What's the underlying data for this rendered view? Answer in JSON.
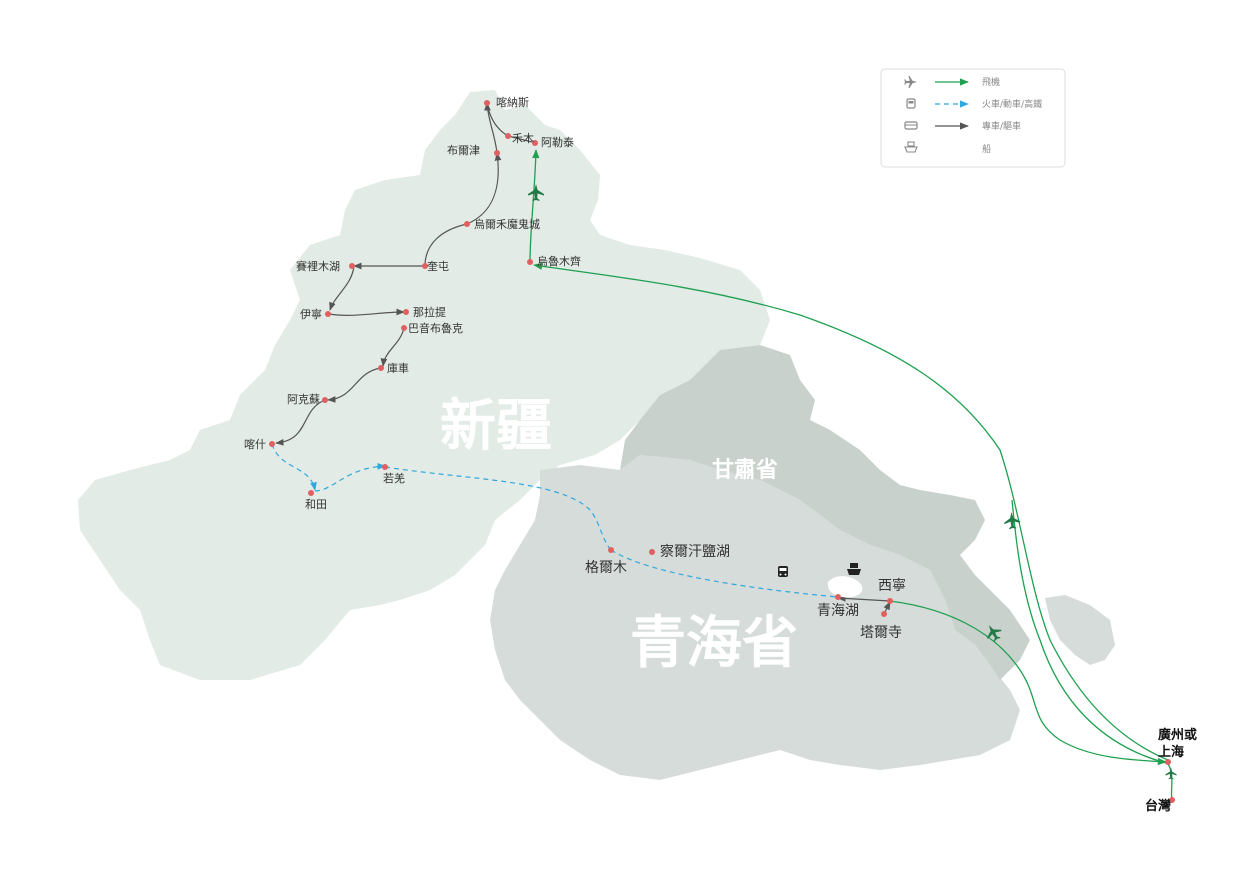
{
  "colors": {
    "xinjiang": "#e2ebe6",
    "gansu": "#c9d1cd",
    "qinghai": "#d6dcd9",
    "flight": "#1fa050",
    "train": "#2fa8e0",
    "bus": "#555555",
    "dot": "#e06060"
  },
  "regions": {
    "xinjiang": "新疆",
    "gansu": "甘肅省",
    "qinghai": "青海省"
  },
  "legend": {
    "flight": "飛機",
    "train": "火車/動車/高鐵",
    "bus": "專車/驅車",
    "ship": "船"
  },
  "cities": {
    "kanas": "喀納斯",
    "hemu": "禾木",
    "altay": "阿勒泰",
    "burqin": "布爾津",
    "urho": "烏爾禾魔鬼城",
    "kuitun": "奎屯",
    "urumqi": "烏魯木齊",
    "sayram": "賽裡木湖",
    "yining": "伊寧",
    "nalati": "那拉提",
    "bayanbulak": "巴音布魯克",
    "kuqa": "庫車",
    "aksu": "阿克蘇",
    "kashgar": "喀什",
    "hotan": "和田",
    "ruoqiang": "若羌",
    "golmud": "格爾木",
    "qarhan": "察爾汗鹽湖",
    "qinghai_lake": "青海湖",
    "xining": "西寧",
    "taer": "塔爾寺",
    "gz_sh_line1": "廣州或",
    "gz_sh_line2": "上海",
    "taiwan": "台灣"
  }
}
